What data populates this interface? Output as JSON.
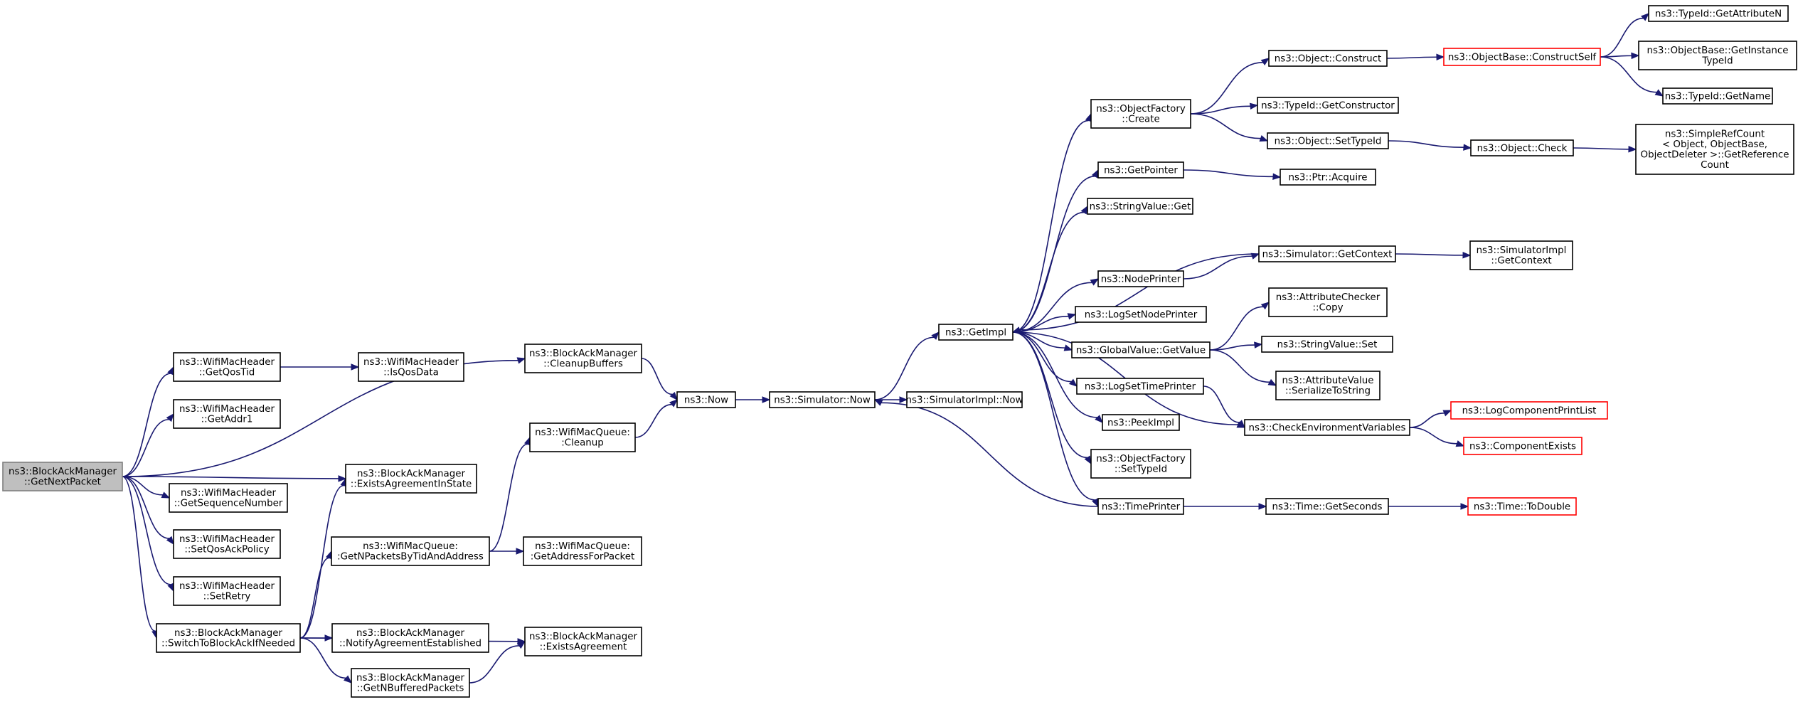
{
  "colors": {
    "edge": "#191970",
    "node_border": "#000000",
    "node_border_truncated": "#ff0000",
    "node_fill": "#ffffff",
    "root_fill": "#bfbfbf",
    "root_border": "#7f7f7f"
  },
  "nodes": [
    {
      "id": "getnextpacket",
      "lines": [
        "ns3::BlockAckManager",
        "::GetNextPacket"
      ],
      "kind": "root"
    },
    {
      "id": "getqostid",
      "lines": [
        "ns3::WifiMacHeader",
        "::GetQosTid"
      ],
      "kind": "normal"
    },
    {
      "id": "isqosdata",
      "lines": [
        "ns3::WifiMacHeader",
        "::IsQosData"
      ],
      "kind": "normal"
    },
    {
      "id": "getaddr1",
      "lines": [
        "ns3::WifiMacHeader",
        "::GetAddr1"
      ],
      "kind": "normal"
    },
    {
      "id": "getsequencenumber",
      "lines": [
        "ns3::WifiMacHeader",
        "::GetSequenceNumber"
      ],
      "kind": "normal"
    },
    {
      "id": "setqosackpolicy",
      "lines": [
        "ns3::WifiMacHeader",
        "::SetQosAckPolicy"
      ],
      "kind": "normal"
    },
    {
      "id": "setretry",
      "lines": [
        "ns3::WifiMacHeader",
        "::SetRetry"
      ],
      "kind": "normal"
    },
    {
      "id": "switchtoblockack",
      "lines": [
        "ns3::BlockAckManager",
        "::SwitchToBlockAckIfNeeded"
      ],
      "kind": "normal"
    },
    {
      "id": "cleanupbuffers",
      "lines": [
        "ns3::BlockAckManager",
        "::CleanupBuffers"
      ],
      "kind": "normal"
    },
    {
      "id": "existsagreementinstate",
      "lines": [
        "ns3::BlockAckManager",
        "::ExistsAgreementInState"
      ],
      "kind": "normal"
    },
    {
      "id": "wifimacqueuecleanup",
      "lines": [
        "ns3::WifiMacQueue:",
        ":Cleanup"
      ],
      "kind": "normal"
    },
    {
      "id": "getnpacketsbytid",
      "lines": [
        "ns3::WifiMacQueue:",
        ":GetNPacketsByTidAndAddress"
      ],
      "kind": "normal"
    },
    {
      "id": "getaddressforpacket",
      "lines": [
        "ns3::WifiMacQueue:",
        ":GetAddressForPacket"
      ],
      "kind": "normal"
    },
    {
      "id": "notifyagreement",
      "lines": [
        "ns3::BlockAckManager",
        "::NotifyAgreementEstablished"
      ],
      "kind": "normal"
    },
    {
      "id": "existsagreement",
      "lines": [
        "ns3::BlockAckManager",
        "::ExistsAgreement"
      ],
      "kind": "normal"
    },
    {
      "id": "getnbufferedpackets",
      "lines": [
        "ns3::BlockAckManager",
        "::GetNBufferedPackets"
      ],
      "kind": "normal"
    },
    {
      "id": "now",
      "lines": [
        "ns3::Now"
      ],
      "kind": "normal"
    },
    {
      "id": "simulatornow",
      "lines": [
        "ns3::Simulator::Now"
      ],
      "kind": "normal"
    },
    {
      "id": "simimplnow",
      "lines": [
        "ns3::SimulatorImpl::Now"
      ],
      "kind": "normal"
    },
    {
      "id": "getimpl",
      "lines": [
        "ns3::GetImpl"
      ],
      "kind": "normal"
    },
    {
      "id": "objectfactorycreate",
      "lines": [
        "ns3::ObjectFactory",
        "::Create"
      ],
      "kind": "normal"
    },
    {
      "id": "getpointer",
      "lines": [
        "ns3::GetPointer"
      ],
      "kind": "normal"
    },
    {
      "id": "stringvalueget",
      "lines": [
        "ns3::StringValue::Get"
      ],
      "kind": "normal"
    },
    {
      "id": "nodeprinter",
      "lines": [
        "ns3::NodePrinter"
      ],
      "kind": "normal"
    },
    {
      "id": "logsetnodeprinter",
      "lines": [
        "ns3::LogSetNodePrinter"
      ],
      "kind": "normal"
    },
    {
      "id": "globalvaluegetvalue",
      "lines": [
        "ns3::GlobalValue::GetValue"
      ],
      "kind": "normal"
    },
    {
      "id": "logsettimeprinter",
      "lines": [
        "ns3::LogSetTimePrinter"
      ],
      "kind": "normal"
    },
    {
      "id": "peekimpl",
      "lines": [
        "ns3::PeekImpl"
      ],
      "kind": "normal"
    },
    {
      "id": "objectfactorysettypeid",
      "lines": [
        "ns3::ObjectFactory",
        "::SetTypeId"
      ],
      "kind": "normal"
    },
    {
      "id": "timeprinter",
      "lines": [
        "ns3::TimePrinter"
      ],
      "kind": "normal"
    },
    {
      "id": "objectconstruct",
      "lines": [
        "ns3::Object::Construct"
      ],
      "kind": "normal"
    },
    {
      "id": "typeidgetconstructor",
      "lines": [
        "ns3::TypeId::GetConstructor"
      ],
      "kind": "normal"
    },
    {
      "id": "objectsettypeid",
      "lines": [
        "ns3::Object::SetTypeId"
      ],
      "kind": "normal"
    },
    {
      "id": "ptracquire",
      "lines": [
        "ns3::Ptr::Acquire"
      ],
      "kind": "normal"
    },
    {
      "id": "simulatorgetcontext",
      "lines": [
        "ns3::Simulator::GetContext"
      ],
      "kind": "normal"
    },
    {
      "id": "attributecheckercopy",
      "lines": [
        "ns3::AttributeChecker",
        "::Copy"
      ],
      "kind": "normal"
    },
    {
      "id": "stringvalueset",
      "lines": [
        "ns3::StringValue::Set"
      ],
      "kind": "normal"
    },
    {
      "id": "attributevalueserialize",
      "lines": [
        "ns3::AttributeValue",
        "::SerializeToString"
      ],
      "kind": "normal"
    },
    {
      "id": "checkenvvars",
      "lines": [
        "ns3::CheckEnvironmentVariables"
      ],
      "kind": "normal"
    },
    {
      "id": "timegetseconds",
      "lines": [
        "ns3::Time::GetSeconds"
      ],
      "kind": "normal"
    },
    {
      "id": "objectbaseconstructself",
      "lines": [
        "ns3::ObjectBase::ConstructSelf"
      ],
      "kind": "truncated"
    },
    {
      "id": "objectcheck",
      "lines": [
        "ns3::Object::Check"
      ],
      "kind": "normal"
    },
    {
      "id": "simimplgetcontext",
      "lines": [
        "ns3::SimulatorImpl",
        "::GetContext"
      ],
      "kind": "normal"
    },
    {
      "id": "logcomponentprintlist",
      "lines": [
        "ns3::LogComponentPrintList"
      ],
      "kind": "truncated"
    },
    {
      "id": "componentexists",
      "lines": [
        "ns3::ComponentExists"
      ],
      "kind": "truncated"
    },
    {
      "id": "timetodouble",
      "lines": [
        "ns3::Time::ToDouble"
      ],
      "kind": "truncated"
    },
    {
      "id": "typeidgetattributen",
      "lines": [
        "ns3::TypeId::GetAttributeN"
      ],
      "kind": "normal"
    },
    {
      "id": "objectbasegetinstancetypeid",
      "lines": [
        "ns3::ObjectBase::GetInstance",
        "TypeId"
      ],
      "kind": "normal"
    },
    {
      "id": "typeidgetname",
      "lines": [
        "ns3::TypeId::GetName"
      ],
      "kind": "normal"
    },
    {
      "id": "simplerefcountgetreferencecount",
      "lines": [
        "ns3::SimpleRefCount",
        "< Object, ObjectBase,",
        " ObjectDeleter >::GetReference",
        "Count"
      ],
      "kind": "normal"
    }
  ],
  "edges": [
    [
      "getnextpacket",
      "cleanupbuffers"
    ],
    [
      "getnextpacket",
      "getqostid"
    ],
    [
      "getnextpacket",
      "getaddr1"
    ],
    [
      "getnextpacket",
      "existsagreementinstate"
    ],
    [
      "getnextpacket",
      "getsequencenumber"
    ],
    [
      "getnextpacket",
      "setqosackpolicy"
    ],
    [
      "getnextpacket",
      "setretry"
    ],
    [
      "getnextpacket",
      "switchtoblockack"
    ],
    [
      "getqostid",
      "isqosdata"
    ],
    [
      "cleanupbuffers",
      "now"
    ],
    [
      "wifimacqueuecleanup",
      "now"
    ],
    [
      "now",
      "simulatornow"
    ],
    [
      "simulatornow",
      "simimplnow"
    ],
    [
      "simulatornow",
      "getimpl"
    ],
    [
      "getnpacketsbytid",
      "wifimacqueuecleanup"
    ],
    [
      "getnpacketsbytid",
      "getaddressforpacket"
    ],
    [
      "switchtoblockack",
      "existsagreementinstate"
    ],
    [
      "switchtoblockack",
      "getnpacketsbytid"
    ],
    [
      "switchtoblockack",
      "notifyagreement"
    ],
    [
      "switchtoblockack",
      "existsagreement"
    ],
    [
      "switchtoblockack",
      "getnbufferedpackets"
    ],
    [
      "getnbufferedpackets",
      "existsagreement"
    ],
    [
      "getimpl",
      "objectfactorycreate"
    ],
    [
      "getimpl",
      "getpointer"
    ],
    [
      "getimpl",
      "stringvalueget"
    ],
    [
      "getimpl",
      "nodeprinter"
    ],
    [
      "getimpl",
      "logsetnodeprinter"
    ],
    [
      "getimpl",
      "globalvaluegetvalue"
    ],
    [
      "getimpl",
      "logsettimeprinter"
    ],
    [
      "getimpl",
      "peekimpl"
    ],
    [
      "getimpl",
      "objectfactorysettypeid"
    ],
    [
      "getimpl",
      "timeprinter"
    ],
    [
      "getimpl",
      "checkenvvars"
    ],
    [
      "simulatorgetcontext",
      "getimpl"
    ],
    [
      "timeprinter",
      "simulatornow"
    ],
    [
      "objectfactorycreate",
      "objectconstruct"
    ],
    [
      "objectfactorycreate",
      "typeidgetconstructor"
    ],
    [
      "objectfactorycreate",
      "objectsettypeid"
    ],
    [
      "getpointer",
      "ptracquire"
    ],
    [
      "nodeprinter",
      "simulatorgetcontext"
    ],
    [
      "globalvaluegetvalue",
      "attributecheckercopy"
    ],
    [
      "globalvaluegetvalue",
      "stringvalueset"
    ],
    [
      "globalvaluegetvalue",
      "attributevalueserialize"
    ],
    [
      "logsettimeprinter",
      "checkenvvars"
    ],
    [
      "timeprinter",
      "timegetseconds"
    ],
    [
      "objectconstruct",
      "objectbaseconstructself"
    ],
    [
      "objectsettypeid",
      "objectcheck"
    ],
    [
      "simulatorgetcontext",
      "simimplgetcontext"
    ],
    [
      "checkenvvars",
      "logcomponentprintlist"
    ],
    [
      "checkenvvars",
      "componentexists"
    ],
    [
      "timegetseconds",
      "timetodouble"
    ],
    [
      "objectbaseconstructself",
      "typeidgetattributen"
    ],
    [
      "objectbaseconstructself",
      "objectbasegetinstancetypeid"
    ],
    [
      "objectbaseconstructself",
      "typeidgetname"
    ],
    [
      "objectcheck",
      "simplerefcountgetreferencecount"
    ]
  ]
}
